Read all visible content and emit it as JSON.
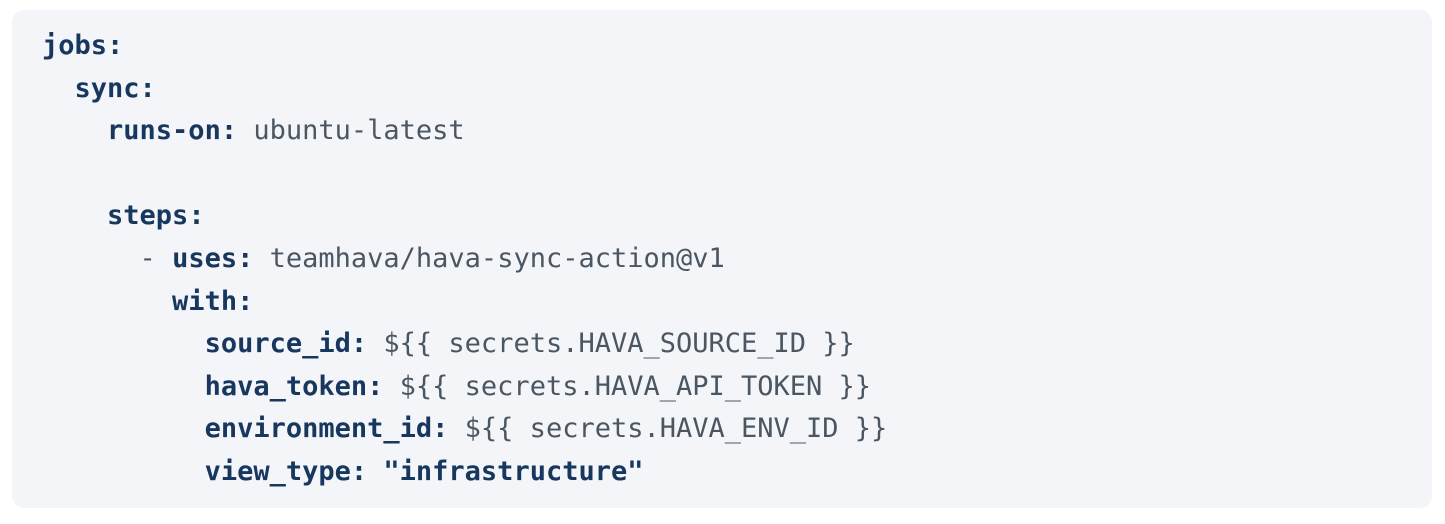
{
  "panel": {
    "background_color": "#f4f5f8",
    "border_radius": "12px",
    "language": "yaml"
  },
  "theme": {
    "key_color": "#17375e",
    "value_color": "#4a5661",
    "string_color": "#17375e",
    "page_background": "#ffffff"
  },
  "code": {
    "raw": "jobs:\n  sync:\n    runs-on: ubuntu-latest\n\n    steps:\n      - uses: teamhava/hava-sync-action@v1\n        with:\n          source_id: ${{ secrets.HAVA_SOURCE_ID }}\n          hava_token: ${{ secrets.HAVA_API_TOKEN }}\n          environment_id: ${{ secrets.HAVA_ENV_ID }}\n          view_type: \"infrastructure\"",
    "lines": [
      {
        "indent": "",
        "key": "jobs",
        "punct": ":",
        "value": "",
        "value_kind": "none"
      },
      {
        "indent": "  ",
        "key": "sync",
        "punct": ":",
        "value": "",
        "value_kind": "none"
      },
      {
        "indent": "    ",
        "key": "runs-on",
        "punct": ":",
        "value": " ubuntu-latest",
        "value_kind": "plain"
      },
      {
        "indent": "",
        "key": "",
        "punct": "",
        "value": "",
        "value_kind": "blank"
      },
      {
        "indent": "    ",
        "key": "steps",
        "punct": ":",
        "value": "",
        "value_kind": "none"
      },
      {
        "indent": "      ",
        "dash": "- ",
        "key": "uses",
        "punct": ":",
        "value": " teamhava/hava-sync-action@v1",
        "value_kind": "plain"
      },
      {
        "indent": "        ",
        "key": "with",
        "punct": ":",
        "value": "",
        "value_kind": "none"
      },
      {
        "indent": "          ",
        "key": "source_id",
        "punct": ":",
        "value": " ${{ secrets.HAVA_SOURCE_ID }}",
        "value_kind": "plain"
      },
      {
        "indent": "          ",
        "key": "hava_token",
        "punct": ":",
        "value": " ${{ secrets.HAVA_API_TOKEN }}",
        "value_kind": "plain"
      },
      {
        "indent": "          ",
        "key": "environment_id",
        "punct": ":",
        "value": " ${{ secrets.HAVA_ENV_ID }}",
        "value_kind": "plain"
      },
      {
        "indent": "          ",
        "key": "view_type",
        "punct": ":",
        "value": " \"infrastructure\"",
        "value_kind": "string"
      }
    ]
  }
}
